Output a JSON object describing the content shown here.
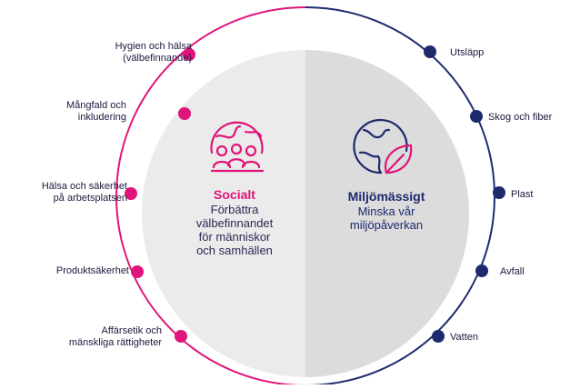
{
  "colors": {
    "social": "#e0147a",
    "environment": "#1e2a6e",
    "circle_left": "#ebebeb",
    "circle_right": "#dcdcdc"
  },
  "social": {
    "icon": "globe-people-icon",
    "title": "Socialt",
    "description": [
      "Förbättra",
      "välbefinnandet",
      "för människor",
      "och samhällen"
    ],
    "items": [
      [
        "Hygien och hälsa",
        "(välbefinnande)"
      ],
      [
        "Mångfald och",
        "inkludering"
      ],
      [
        "Hälsa och säkerhet",
        "på arbetsplatsen"
      ],
      [
        "Produktsäkerhet"
      ],
      [
        "Affärsetik och",
        "mänskliga rättigheter"
      ]
    ]
  },
  "environment": {
    "icon": "globe-leaf-icon",
    "title": "Miljömässigt",
    "description": [
      "Minska vår",
      "miljöpåverkan"
    ],
    "items": [
      [
        "Utsläpp"
      ],
      [
        "Skog och fiber"
      ],
      [
        "Plast"
      ],
      [
        "Avfall"
      ],
      [
        "Vatten"
      ]
    ]
  }
}
